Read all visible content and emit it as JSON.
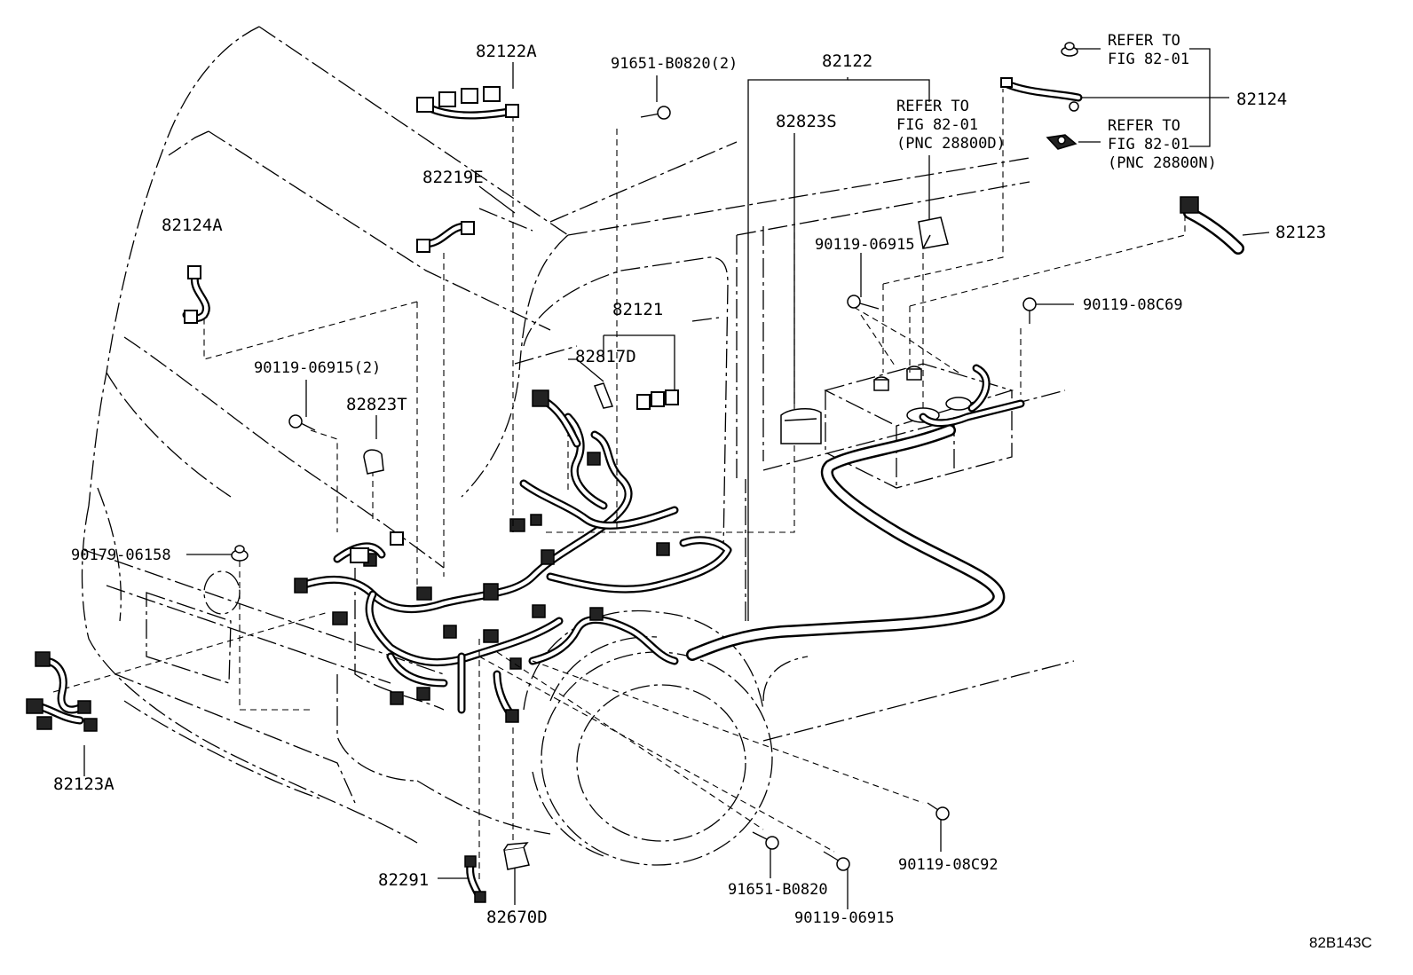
{
  "labels": {
    "p82122A": "82122A",
    "p91651_B0820_2": "91651-B0820(2)",
    "p82122": "82122",
    "refer1_line1": "REFER TO",
    "refer1_line2": "FIG 82-01",
    "p82124": "82124",
    "refer2_line1": "REFER TO",
    "refer2_line2": "FIG 82-01",
    "refer2_line3": "(PNC 28800N)",
    "refer3_line1": "REFER TO",
    "refer3_line2": "FIG 82-01",
    "refer3_line3": "(PNC 28800D)",
    "p82823S": "82823S",
    "p82219E": "82219E",
    "p82124A": "82124A",
    "p82123": "82123",
    "p90119_06915_top": "90119-06915",
    "p90119_08C69": "90119-08C69",
    "p82121": "82121",
    "p82817D": "82817D",
    "p90119_06915_2": "90119-06915(2)",
    "p82823T": "82823T",
    "p90179_06158": "90179-06158",
    "p82123A": "82123A",
    "p82291": "82291",
    "p82670D": "82670D",
    "p91651_B0820": "91651-B0820",
    "p90119_06915_bottom": "90119-06915",
    "p90119_08C92": "90119-08C92",
    "figure_code": "82B143C"
  }
}
